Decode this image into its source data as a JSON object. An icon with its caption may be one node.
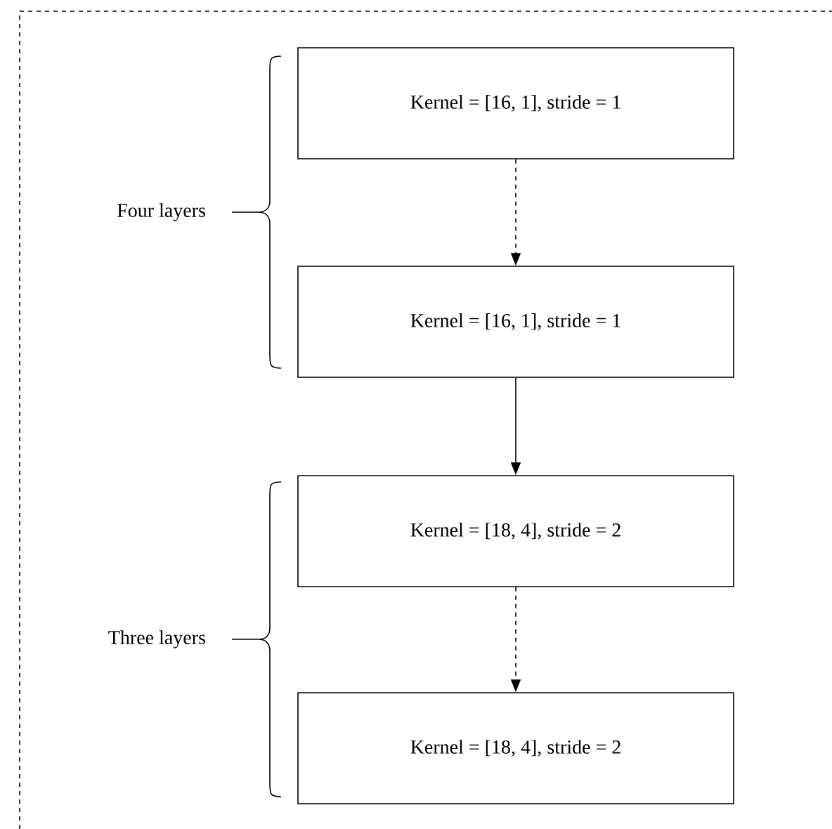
{
  "diagram": {
    "nodes": [
      {
        "text": [
          "Kernel = [16, 1], stride = 1"
        ]
      },
      {
        "text": [
          "Kernel = [16, 1], stride = 1"
        ]
      },
      {
        "text": [
          "Kernel = [18, 4], stride = 2"
        ]
      },
      {
        "text": [
          "Kernel = [18, 4], stride = 2"
        ]
      }
    ],
    "edges": [
      {
        "from": 0,
        "to": 1,
        "arrow": "to",
        "style": "dashed"
      },
      {
        "from": 1,
        "to": 2,
        "arrow": "to"
      },
      {
        "from": 2,
        "to": 3,
        "arrow": "to",
        "style": "dashed"
      }
    ],
    "labels": [
      "Four layers",
      "Three layers"
    ]
  }
}
